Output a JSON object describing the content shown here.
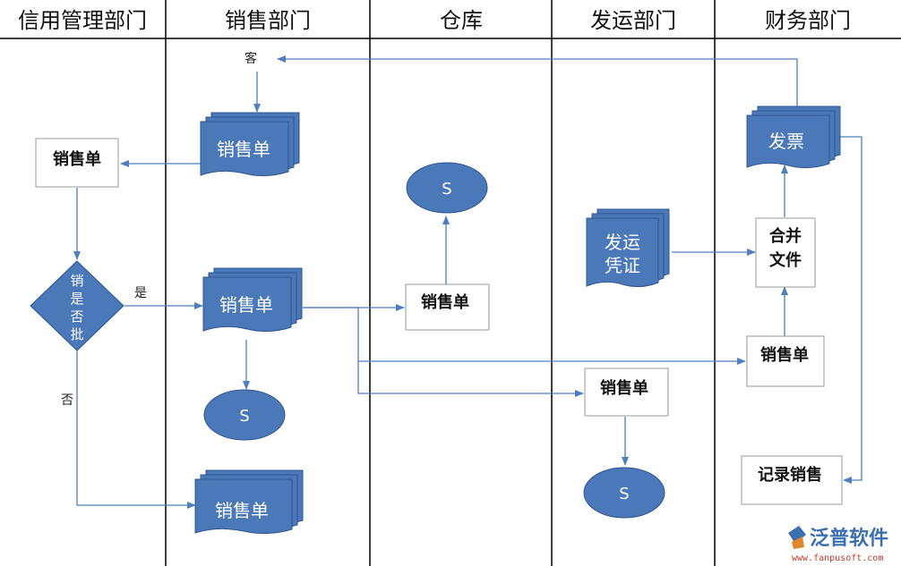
{
  "lanes": [
    "信用管理部门",
    "销售部门",
    "仓库",
    "发运部门",
    "财务部门"
  ],
  "boxes": {
    "credit_sales_order": "销售单",
    "warehouse_sales_order": "销售单",
    "shipping_sales_order": "销售单",
    "finance_sales_order": "销售单",
    "merge_files_line1": "合并",
    "merge_files_line2": "文件",
    "record_sales": "记录销售"
  },
  "documents": {
    "sales_top": "销售单",
    "sales_mid": "销售单",
    "sales_bottom": "销售单",
    "invoice": "发票",
    "shipping_voucher_line1": "发运",
    "shipping_voucher_line2": "凭证"
  },
  "decision": {
    "chars": [
      "销",
      "是",
      "否",
      "批"
    ],
    "yes": "是",
    "no": "否"
  },
  "customer_label": "客",
  "oval_label": "S",
  "logo": {
    "name": "泛普软件",
    "url": "www.fanpusoft.com"
  },
  "colors": {
    "shape_fill": "#4a78b8",
    "shape_stroke": "#2f5590",
    "arrow": "#4f7fbf",
    "lane_line": "#000000"
  }
}
